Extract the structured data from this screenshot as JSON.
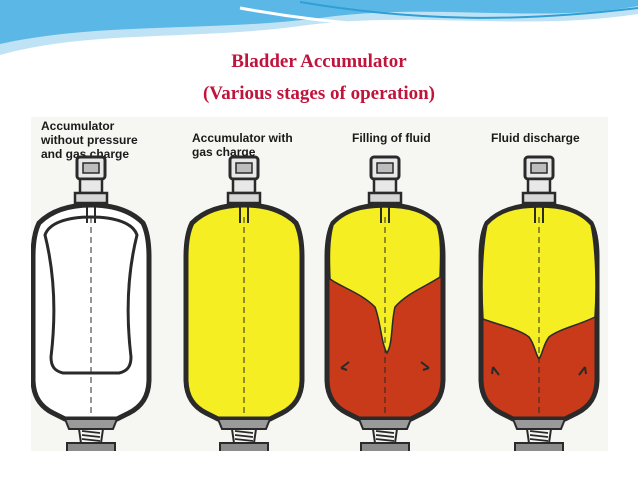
{
  "title": "Bladder Accumulator",
  "subtitle": "(Various stages of operation)",
  "colors": {
    "title": "#c0143c",
    "gas": "#f5ee22",
    "fluid": "#c83a1a",
    "shell": "#3a3a3a",
    "banner": "#2f9fd6"
  },
  "stages": [
    {
      "label": "Accumulator\nwithout pressure\nand gas charge",
      "state": "empty"
    },
    {
      "label": "Accumulator with\ngas charge",
      "state": "gas"
    },
    {
      "label": "Filling of fluid",
      "state": "filling"
    },
    {
      "label": "Fluid discharge",
      "state": "discharge"
    }
  ]
}
